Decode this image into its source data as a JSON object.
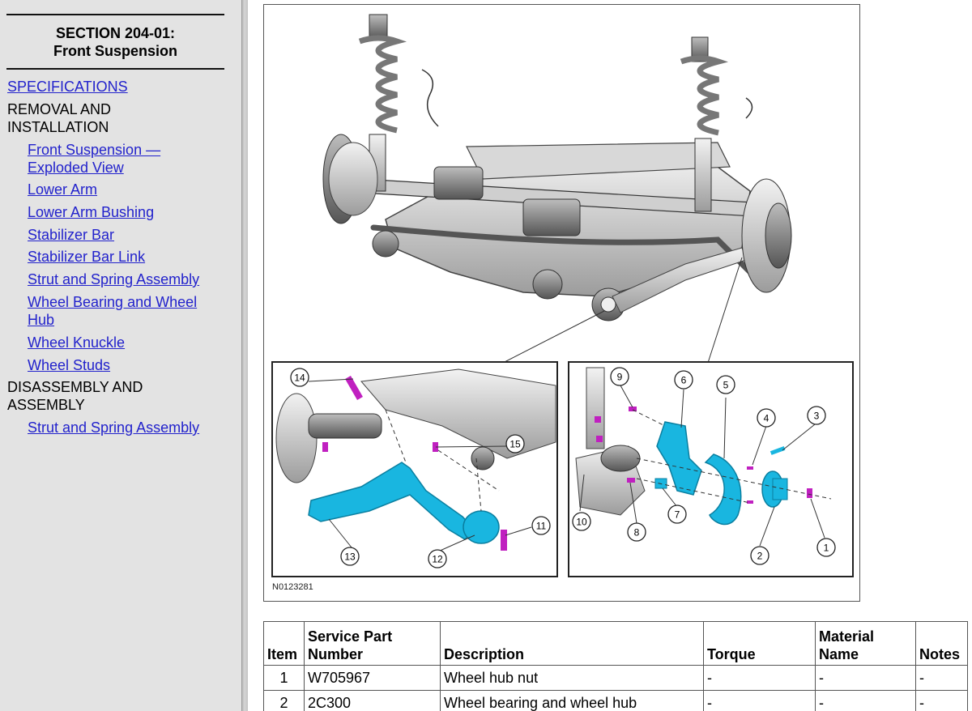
{
  "sidebar": {
    "section_title_line1": "SECTION 204-01:",
    "section_title_line2": "Front Suspension",
    "items": [
      {
        "label": "SPECIFICATIONS",
        "link": true
      },
      {
        "label1": "REMOVAL AND",
        "label2": "INSTALLATION",
        "link": false
      },
      {
        "label1": "Front Suspension —",
        "label2": "Exploded View",
        "link": true
      },
      {
        "label": "Lower Arm",
        "link": true
      },
      {
        "label": "Lower Arm Bushing",
        "link": true
      },
      {
        "label": "Stabilizer Bar",
        "link": true
      },
      {
        "label": "Stabilizer Bar Link",
        "link": true
      },
      {
        "label": "Strut and Spring Assembly",
        "link": true
      },
      {
        "label1": "Wheel Bearing and Wheel",
        "label2": "Hub",
        "link": true
      },
      {
        "label": "Wheel Knuckle",
        "link": true
      },
      {
        "label": "Wheel Studs",
        "link": true
      },
      {
        "label1": "DISASSEMBLY AND",
        "label2": "ASSEMBLY",
        "link": false
      },
      {
        "label": "Strut and Spring Assembly",
        "link": true
      }
    ]
  },
  "figure": {
    "figure_id": "N0123281",
    "callouts": [
      "14",
      "15",
      "13",
      "12",
      "11",
      "9",
      "6",
      "5",
      "4",
      "3",
      "10",
      "8",
      "7",
      "2",
      "1"
    ]
  },
  "table": {
    "headers": {
      "item": "Item",
      "part_line1": "Service Part",
      "part_line2": "Number",
      "description": "Description",
      "torque": "Torque",
      "material_line1": "Material",
      "material_line2": "Name",
      "notes": "Notes"
    },
    "rows": [
      {
        "item": "1",
        "part": "W705967",
        "description": "Wheel hub nut",
        "torque": "-",
        "material": "-",
        "notes": "-"
      },
      {
        "item": "2",
        "part": "2C300",
        "description": "Wheel bearing and wheel hub",
        "torque": "-",
        "material": "-",
        "notes": "-"
      }
    ]
  },
  "colors": {
    "accent_part": "#19b6e0",
    "fastener": "#c020c0",
    "link": "#2222cc"
  }
}
